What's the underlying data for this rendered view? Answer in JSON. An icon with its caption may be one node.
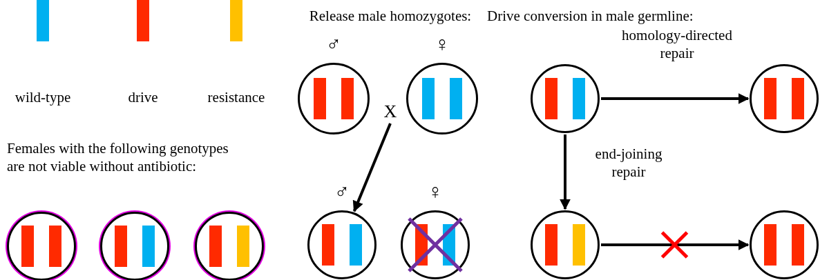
{
  "diagram": {
    "nodes": [
      {
        "text": [],
        "shape": "circle"
      },
      {
        "text": [],
        "shape": "circle"
      },
      {
        "text": [],
        "shape": "circle"
      },
      {
        "text": [],
        "shape": "circle",
        "beside": [
          "♂"
        ]
      },
      {
        "text": [],
        "shape": "circle",
        "beside": [
          "♀"
        ]
      },
      {
        "text": [],
        "shape": "circle",
        "beside": [
          "♂"
        ]
      },
      {
        "text": [],
        "shape": "circle",
        "beside": [
          "♀"
        ]
      },
      {
        "text": [],
        "shape": "circle"
      },
      {
        "text": [],
        "shape": "circle"
      },
      {
        "text": [],
        "shape": "circle"
      },
      {
        "text": [],
        "shape": "circle"
      },
      {
        "text": [
          "X"
        ]
      }
    ],
    "edges": [
      {
        "from": 11,
        "to": 5,
        "arrow": "to"
      },
      {
        "from": 7,
        "to": 8,
        "arrow": "to",
        "label": "homology-directed repair"
      },
      {
        "from": 7,
        "to": 9,
        "arrow": "to",
        "label": "end-joining repair"
      },
      {
        "from": 9,
        "to": 10,
        "arrow": "to"
      }
    ],
    "labels": [
      "Release male homozygotes:",
      "Drive conversion in male germline:",
      "Females with the following genotypes are not viable without antibiotic:"
    ],
    "legend": [
      {
        "text": "wild-type",
        "color": "#00b0f0"
      },
      {
        "text": "drive",
        "color": "#ff2a00"
      },
      {
        "text": "resistance",
        "color": "#ffc000"
      }
    ]
  }
}
